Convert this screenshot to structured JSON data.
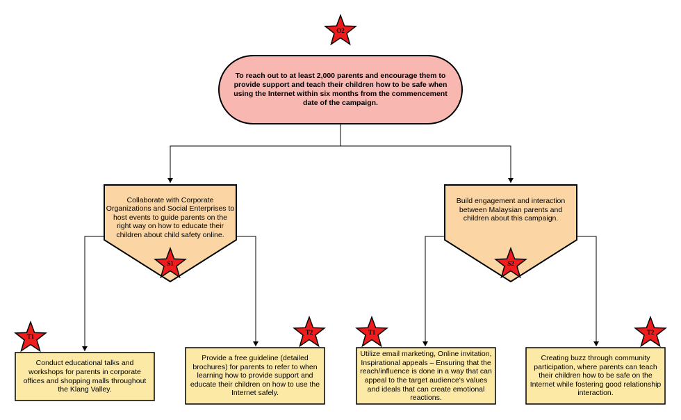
{
  "goal": {
    "star": "O2",
    "text": "To reach out to at least 2,000 parents and encourage them to provide support and teach their children how to be safe when using the Internet within six months from the commencement date of the campaign."
  },
  "strategies": [
    {
      "star": "S1",
      "text": "Collaborate with Corporate Organizations and Social Enterprises to host events to guide parents on the right way on how to educate their children about child safety online."
    },
    {
      "star": "S2",
      "text": "Build engagement and interaction between Malaysian parents and children about this campaign."
    }
  ],
  "tactics": [
    {
      "star": "T1",
      "text": "Conduct educational talks and workshops for parents in corporate offices and shopping malls throughout the Klang Valley."
    },
    {
      "star": "T2",
      "text": "Provide a free guideline (detailed brochures) for parents to refer to when learning how to provide support and educate their children on how to use the Internet safely."
    },
    {
      "star": "T1",
      "text": "Utilize email marketing, Online invitation, Inspirational appeals – Ensuring that the reach/influence is done in a way that can appeal to the target audience's values and ideals that can create emotional reactions."
    },
    {
      "star": "T2",
      "text": "Creating buzz through community participation, where parents can teach their children how to be safe on the Internet while fostering good relationship interaction."
    }
  ],
  "colors": {
    "goal_fill": "#f9b7b1",
    "strategy_fill": "#fbd6a4",
    "tactic_fill": "#fde9a6",
    "star_fill": "#ee1c1c"
  }
}
